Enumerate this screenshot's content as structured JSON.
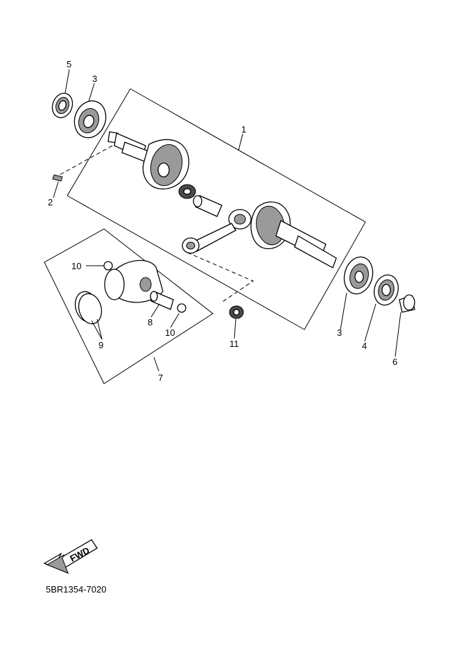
{
  "callouts": {
    "c1": "1",
    "c2": "2",
    "c3a": "3",
    "c3b": "3",
    "c4": "4",
    "c5": "5",
    "c6": "6",
    "c7": "7",
    "c8": "8",
    "c9": "9",
    "c10a": "10",
    "c10b": "10",
    "c11": "11"
  },
  "fwd_label": "FWD",
  "diagram_code": "5BR1354-7020"
}
